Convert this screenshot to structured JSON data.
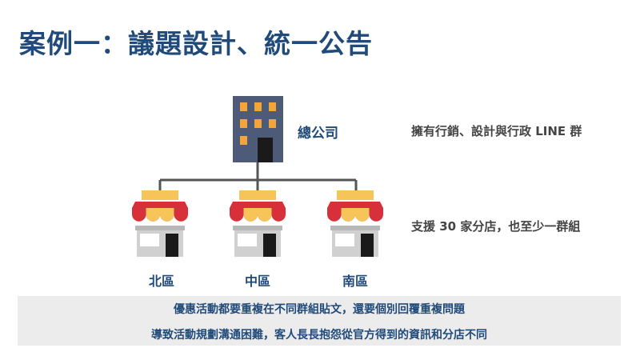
{
  "title": "案例一：議題設計、統一公告",
  "headquarters": {
    "label": "總公司",
    "description": "擁有行銷、設計與行政 LINE 群"
  },
  "branches": {
    "description": "支援 30 家分店，也至少一群組",
    "items": [
      {
        "label": "北區"
      },
      {
        "label": "中區"
      },
      {
        "label": "南區"
      }
    ]
  },
  "problem": {
    "line1": "優惠活動都要重複在不同群組貼文，還要個別回覆重複問題",
    "line2": "導致活動規劃溝通困難，客人長長抱怨從官方得到的資訊和分店不同"
  },
  "colors": {
    "title": "#1f4a7a",
    "building": "#4d5a78",
    "window": "#f4a53a",
    "awning_red": "#d8303a",
    "awning_yellow": "#f7c45a",
    "shop_wall": "#d0d0d0",
    "connector": "#555555"
  }
}
